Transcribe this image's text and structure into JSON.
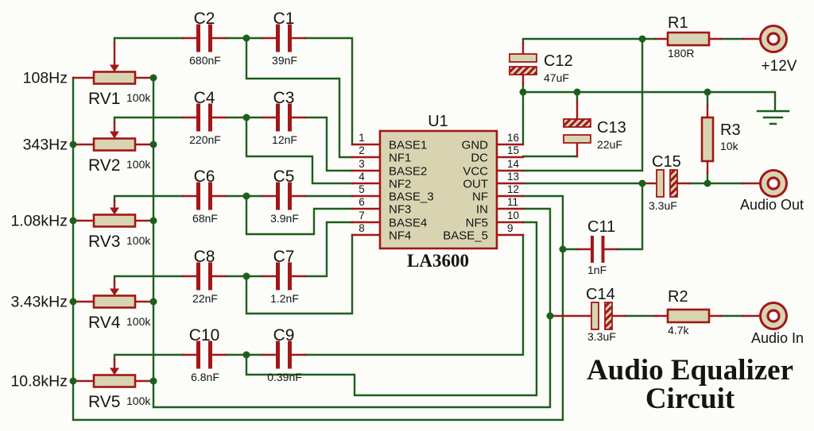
{
  "title": {
    "line1": "Audio Equalizer",
    "line2": "Circuit"
  },
  "ic": {
    "ref": "U1",
    "part": "LA3600",
    "left_pins": [
      {
        "num": "1",
        "label": "BASE1"
      },
      {
        "num": "2",
        "label": "NF1"
      },
      {
        "num": "3",
        "label": "BASE2"
      },
      {
        "num": "4",
        "label": "NF2"
      },
      {
        "num": "5",
        "label": "BASE_3"
      },
      {
        "num": "6",
        "label": "NF3"
      },
      {
        "num": "7",
        "label": "BASE4"
      },
      {
        "num": "8",
        "label": "NF4"
      }
    ],
    "right_pins": [
      {
        "num": "16",
        "label": "GND"
      },
      {
        "num": "15",
        "label": "DC"
      },
      {
        "num": "14",
        "label": "VCC"
      },
      {
        "num": "13",
        "label": "OUT"
      },
      {
        "num": "12",
        "label": "NF"
      },
      {
        "num": "11",
        "label": "IN"
      },
      {
        "num": "10",
        "label": "NF5"
      },
      {
        "num": "9",
        "label": "BASE_5"
      }
    ]
  },
  "channels": [
    {
      "freq": "108Hz",
      "pot": "RV1",
      "pot_value": "100k",
      "cap_a": "C2",
      "cap_a_value": "680nF",
      "cap_b": "C1",
      "cap_b_value": "39nF"
    },
    {
      "freq": "343Hz",
      "pot": "RV2",
      "pot_value": "100k",
      "cap_a": "C4",
      "cap_a_value": "220nF",
      "cap_b": "C3",
      "cap_b_value": "12nF"
    },
    {
      "freq": "1.08kHz",
      "pot": "RV3",
      "pot_value": "100k",
      "cap_a": "C6",
      "cap_a_value": "68nF",
      "cap_b": "C5",
      "cap_b_value": "3.9nF"
    },
    {
      "freq": "3.43kHz",
      "pot": "RV4",
      "pot_value": "100k",
      "cap_a": "C8",
      "cap_a_value": "22nF",
      "cap_b": "C7",
      "cap_b_value": "1.2nF"
    },
    {
      "freq": "10.8kHz",
      "pot": "RV5",
      "pot_value": "100k",
      "cap_a": "C10",
      "cap_a_value": "6.8nF",
      "cap_b": "C9",
      "cap_b_value": "0.39nF"
    }
  ],
  "components": {
    "r1": {
      "ref": "R1",
      "value": "180R"
    },
    "r2": {
      "ref": "R2",
      "value": "4.7k"
    },
    "r3": {
      "ref": "R3",
      "value": "10k"
    },
    "c11": {
      "ref": "C11",
      "value": "1nF"
    },
    "c12": {
      "ref": "C12",
      "value": "47uF"
    },
    "c13": {
      "ref": "C13",
      "value": "22uF"
    },
    "c14": {
      "ref": "C14",
      "value": "3.3uF"
    },
    "c15": {
      "ref": "C15",
      "value": "3.3uF"
    }
  },
  "terminals": {
    "power": "+12V",
    "audio_out": "Audio Out",
    "audio_in": "Audio In"
  },
  "colors": {
    "wire_green": "#1c5f1c",
    "component_red": "#a21717",
    "component_fill": "#d8d4b2",
    "background": "#fcfcf9",
    "text": "#141414"
  }
}
